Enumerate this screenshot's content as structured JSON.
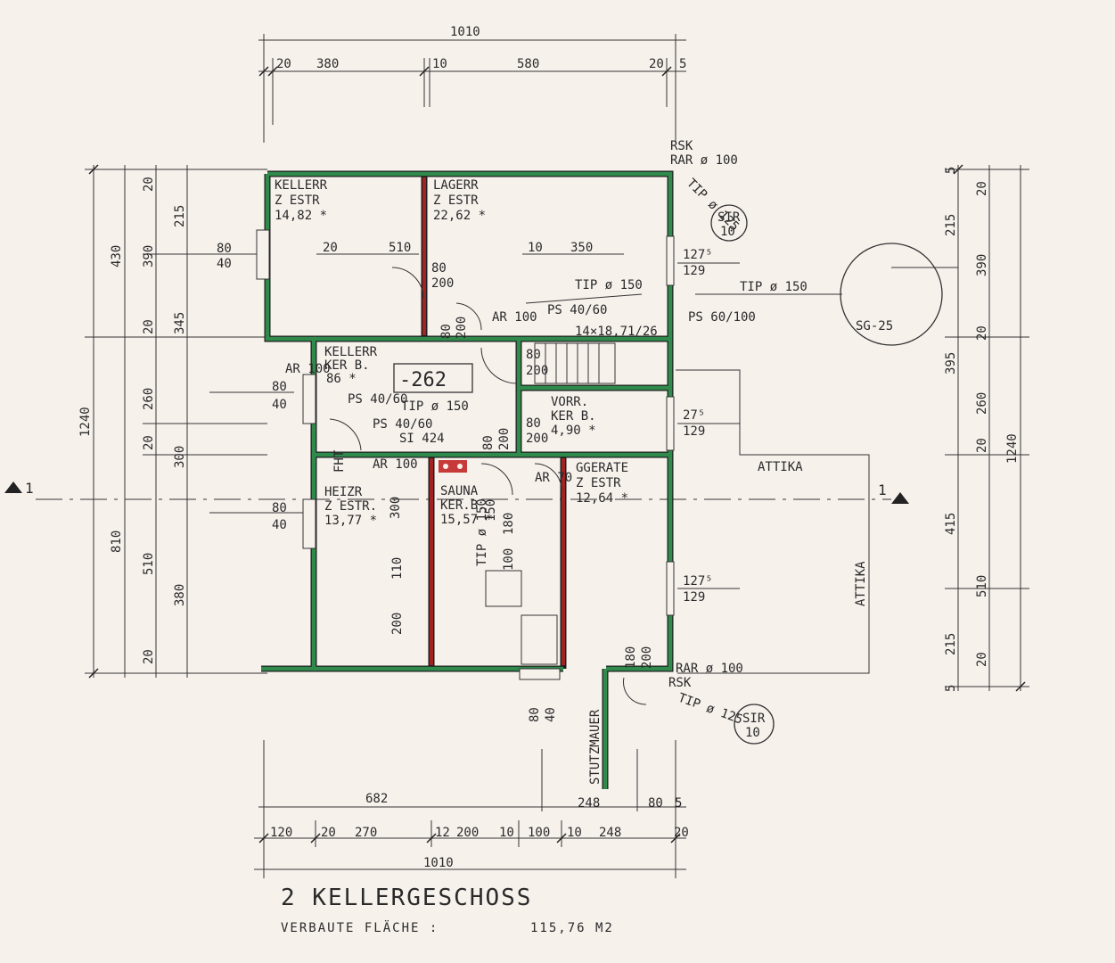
{
  "title": "2 KELLERGESCHOSS",
  "subtitle_label": "VERBAUTE FLÄCHE :",
  "subtitle_value": "115,76 M2",
  "level_tag": "-262",
  "section_marks": [
    "1",
    "1"
  ],
  "rooms": [
    {
      "id": "kellerr1",
      "name": "KELLERR",
      "finish": "Z ESTR",
      "area": "14,82 *"
    },
    {
      "id": "lagerr",
      "name": "LAGERR",
      "finish": "Z ESTR",
      "area": "22,62 *"
    },
    {
      "id": "kellerr2",
      "name": "KELLERR",
      "finish": "KER B.",
      "area": "86 *"
    },
    {
      "id": "vorr",
      "name": "VORR.",
      "finish": "KER B.",
      "area": "4,90 *"
    },
    {
      "id": "heizr",
      "name": "HEIZR",
      "finish": "Z ESTR.",
      "area": "13,77 *"
    },
    {
      "id": "sauna",
      "name": "SAUNA",
      "finish": "KER.B.",
      "area": "15,57 *"
    },
    {
      "id": "ggerate",
      "name": "GGERATE",
      "finish": "Z ESTR",
      "area": "12,64 *"
    }
  ],
  "annotations": {
    "rsk": "RSK",
    "rar_top": "RAR ø 100",
    "tip_top": "TIP ø 125",
    "sir_a": "SIR",
    "sir_a2": "10",
    "sir_b": "SIR",
    "sir_b2": "10",
    "tip150_a": "TIP ø 150",
    "tip150_b": "TIP ø 150",
    "ps60": "PS 60/100",
    "sg25": "SG-25",
    "ps4060_a": "PS 40/60",
    "stairs": "14×18,71/26",
    "ar100_a": "AR 100",
    "ar100_b": "AR 100",
    "ar100_c": "AR 100",
    "ar70": "AR 70",
    "tip150_c": "TIP ø 150",
    "ps4060_b": "PS 40/60",
    "si424": "SI 424",
    "attika_a": "ATTIKA",
    "attika_b": "ATTIKA",
    "stutzmauer": "STUTZMAUER",
    "rar_bot": "RAR ø 100",
    "rsk_bot": "RSK",
    "tip_bot": "TIP ø 125",
    "fht": "FHT",
    "tip_sauna": "TIP ø 150",
    "ps_small": "PS 40/60"
  },
  "dimensions": {
    "top_total": "1010",
    "top": [
      "20",
      "380",
      "10",
      "580",
      "20",
      "5"
    ],
    "bottom_total": "1010",
    "bottom_mid": "682",
    "bottom_mid2": "248",
    "bottom_mid3": "80",
    "bottom_mid4": "5",
    "bottom": [
      "120",
      "20",
      "270",
      "12",
      "200",
      "10",
      "100",
      "10",
      "248",
      "20"
    ],
    "left_total": "1240",
    "left_a": [
      "430",
      "810"
    ],
    "left_b": [
      "20",
      "390",
      "20",
      "260",
      "20",
      "510",
      "20"
    ],
    "left_c": [
      "215",
      "345",
      "300",
      "380"
    ],
    "right_total": "1240",
    "right_a": [
      "215",
      "395",
      "415",
      "215"
    ],
    "right_b": [
      "5",
      "20",
      "390",
      "20",
      "260",
      "20",
      "510",
      "20",
      "5"
    ],
    "openings": [
      "80",
      "40",
      "80",
      "40",
      "80",
      "40",
      "127⁵",
      "129",
      "27⁵",
      "129",
      "127⁵",
      "129",
      "80",
      "200",
      "80",
      "200",
      "80",
      "200",
      "80",
      "200",
      "80",
      "200",
      "180",
      "200",
      "80",
      "40",
      "10",
      "350",
      "20",
      "510",
      "100",
      "180",
      "110",
      "200",
      "300",
      "150"
    ]
  }
}
